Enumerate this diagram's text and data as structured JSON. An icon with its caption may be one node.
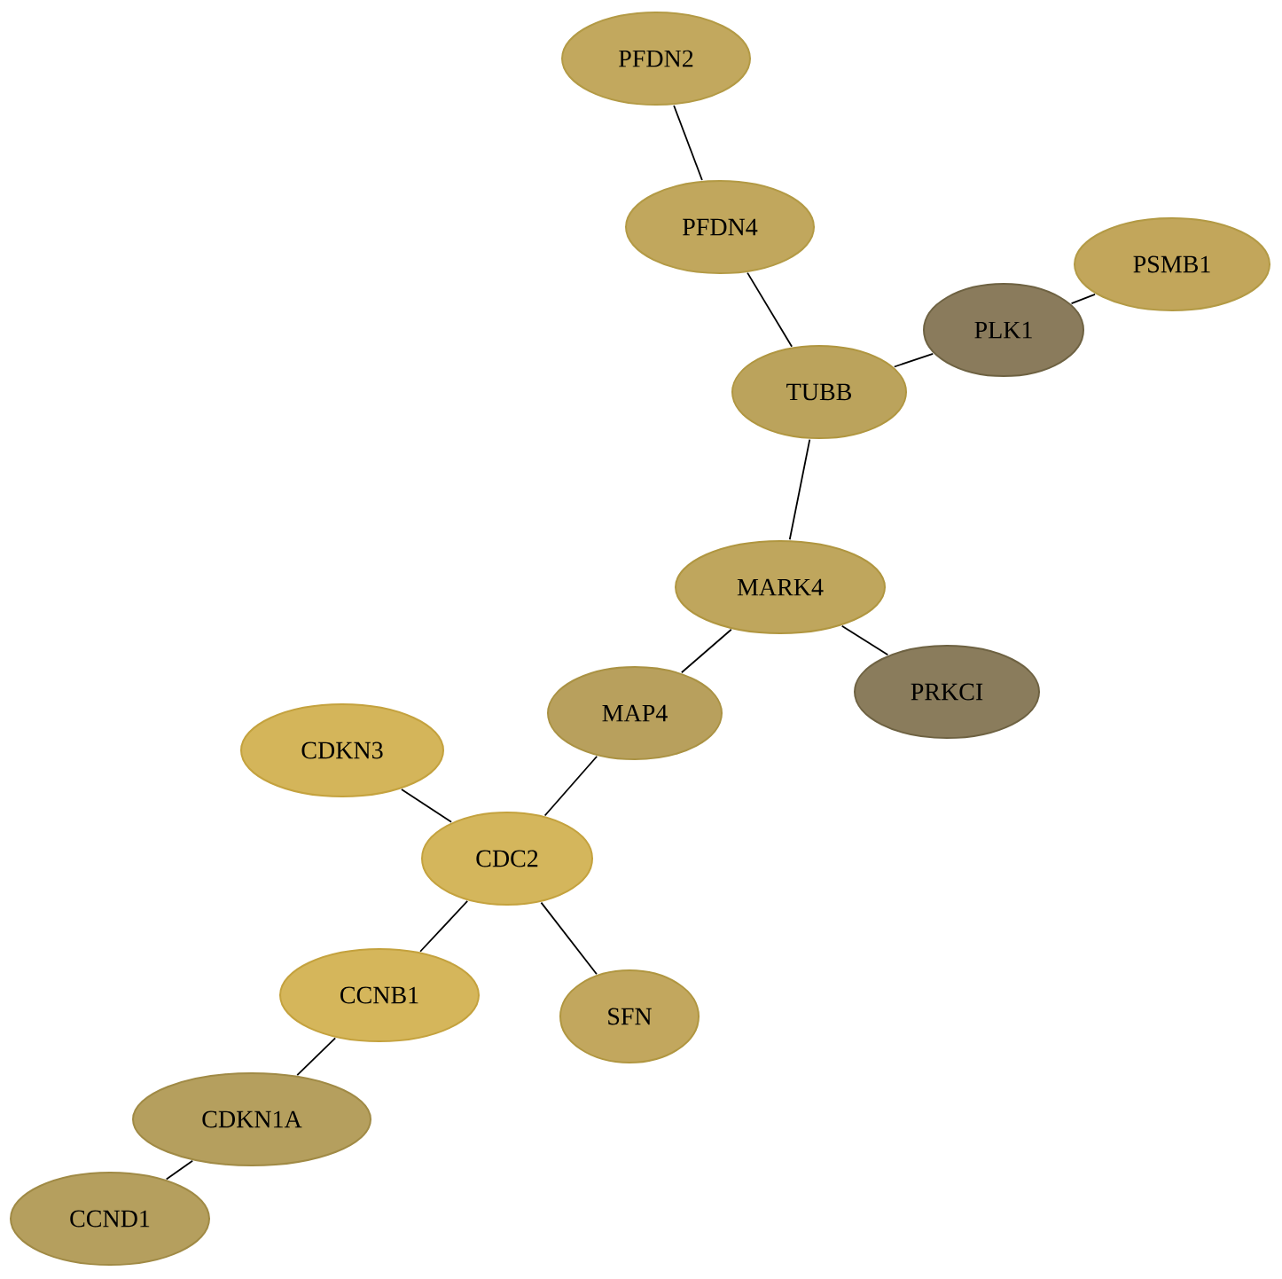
{
  "diagram": {
    "nodes": [
      {
        "text": [
          "PFDN2"
        ]
      },
      {
        "text": [
          "PFDN4"
        ]
      },
      {
        "text": [
          "PSMB1"
        ]
      },
      {
        "text": [
          "PLK1"
        ]
      },
      {
        "text": [
          "TUBB"
        ]
      },
      {
        "text": [
          "MARK4"
        ]
      },
      {
        "text": [
          "PRKCI"
        ]
      },
      {
        "text": [
          "MAP4"
        ]
      },
      {
        "text": [
          "CDKN3"
        ]
      },
      {
        "text": [
          "CDC2"
        ]
      },
      {
        "text": [
          "CCNB1"
        ]
      },
      {
        "text": [
          "SFN"
        ]
      },
      {
        "text": [
          "CDKN1A"
        ]
      },
      {
        "text": [
          "CCND1"
        ]
      }
    ],
    "edges": [
      {
        "from": 0,
        "to": 1,
        "arrow": "none"
      },
      {
        "from": 1,
        "to": 4,
        "arrow": "none"
      },
      {
        "from": 4,
        "to": 3,
        "arrow": "none"
      },
      {
        "from": 3,
        "to": 2,
        "arrow": "none"
      },
      {
        "from": 4,
        "to": 5,
        "arrow": "none"
      },
      {
        "from": 5,
        "to": 6,
        "arrow": "none"
      },
      {
        "from": 5,
        "to": 7,
        "arrow": "none"
      },
      {
        "from": 7,
        "to": 9,
        "arrow": "none"
      },
      {
        "from": 8,
        "to": 9,
        "arrow": "none"
      },
      {
        "from": 9,
        "to": 10,
        "arrow": "none"
      },
      {
        "from": 9,
        "to": 11,
        "arrow": "none"
      },
      {
        "from": 10,
        "to": 12,
        "arrow": "none"
      },
      {
        "from": 12,
        "to": 13,
        "arrow": "none"
      }
    ]
  }
}
